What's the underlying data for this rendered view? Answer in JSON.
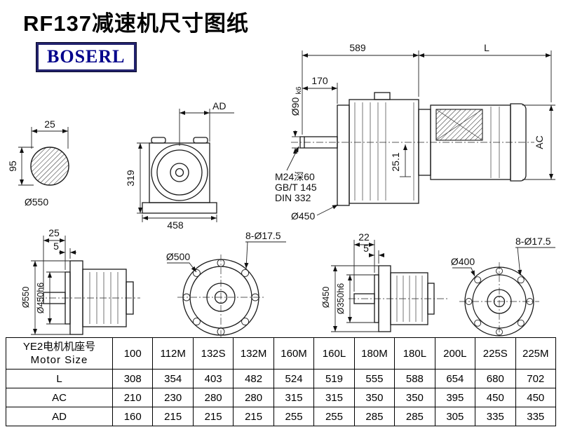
{
  "header": {
    "title": "RF137减速机尺寸图纸",
    "brand": "BOSERL"
  },
  "colors": {
    "line": "#1a1a1a",
    "brand": "#00008b"
  },
  "drawings": {
    "shaft_section": {
      "key_width": "25",
      "height": "95",
      "outer_dia": "Ø550"
    },
    "front_view": {
      "ad": "AD",
      "height": "319",
      "width": "458"
    },
    "assembly": {
      "reducer_length": "589",
      "motor_length": "L",
      "shaft_length": "170",
      "shaft_dia": "Ø90",
      "shaft_fit": "k6",
      "key_height": "25.1",
      "tap_note": "M24深60",
      "tap_std1": "GB/T 145",
      "tap_std2": "DIN 332",
      "flange_dia": "Ø450",
      "motor_dia": "AC"
    },
    "side_view_a": {
      "shaft_ext": "25",
      "spigot_depth": "5",
      "flange_dia": "Ø550",
      "spigot_dia": "Ø450h6"
    },
    "flange_view_a": {
      "bolt_circle": "Ø500",
      "holes": "8-Ø17.5"
    },
    "side_view_b": {
      "shaft_ext": "22",
      "spigot_depth": "5",
      "flange_dia": "Ø450",
      "spigot_dia": "Ø350h6"
    },
    "flange_view_b": {
      "bolt_circle": "Ø400",
      "holes": "8-Ø17.5"
    }
  },
  "table": {
    "row_header_cn": "YE2电机机座号",
    "row_header_en": "Motor Size",
    "sizes": [
      "100",
      "112M",
      "132S",
      "132M",
      "160M",
      "160L",
      "180M",
      "180L",
      "200L",
      "225S",
      "225M"
    ],
    "rows": [
      {
        "label": "L",
        "values": [
          "308",
          "354",
          "403",
          "482",
          "524",
          "519",
          "555",
          "588",
          "654",
          "680",
          "702"
        ]
      },
      {
        "label": "AC",
        "values": [
          "210",
          "230",
          "280",
          "280",
          "315",
          "315",
          "350",
          "350",
          "395",
          "450",
          "450"
        ]
      },
      {
        "label": "AD",
        "values": [
          "160",
          "215",
          "215",
          "215",
          "255",
          "255",
          "285",
          "285",
          "305",
          "335",
          "335"
        ]
      }
    ]
  }
}
